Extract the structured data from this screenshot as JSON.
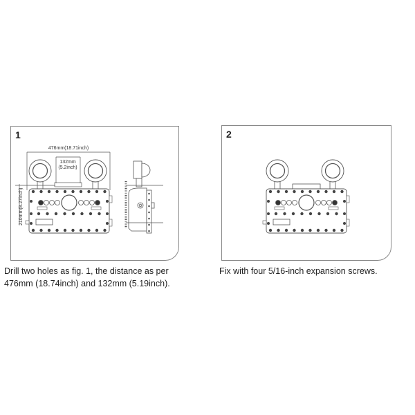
{
  "figures": [
    {
      "number": "1",
      "dimensions": {
        "width": "476mm(18.71inch)",
        "hole_spacing_mm": "132mm",
        "hole_spacing_in": "(5.2inch)",
        "height": "210mm(8.27inch)"
      },
      "caption_line1": "Drill two holes as fig. 1, the distance as per",
      "caption_line2": "476mm (18.74inch) and 132mm (5.19inch)."
    },
    {
      "number": "2",
      "caption_line1": "Fix with four 5/16-inch expansion screws."
    }
  ],
  "colors": {
    "line": "#555555",
    "bolt": "#444444",
    "border": "#888888"
  }
}
